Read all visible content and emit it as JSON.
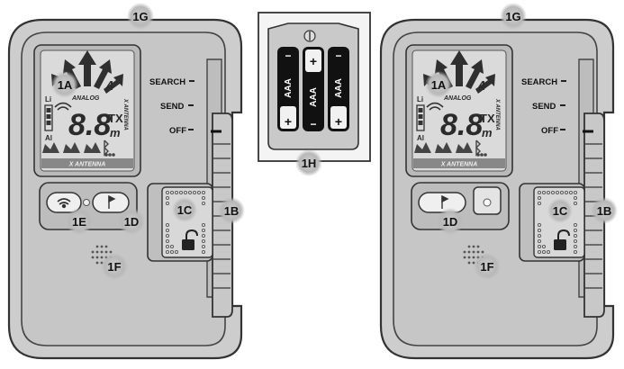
{
  "callouts": {
    "c1A": "1A",
    "c1B": "1B",
    "c1C": "1C",
    "c1D": "1D",
    "c1E": "1E",
    "c1F": "1F",
    "c1G": "1G",
    "c1H": "1H"
  },
  "mode_labels": {
    "search": "SEARCH",
    "send": "SEND",
    "off": "OFF"
  },
  "display": {
    "analog": "ANALOG",
    "digits": "8.8",
    "tx": "TX",
    "unit_m": "m",
    "antenna": "ANTENNA",
    "antenna_x": "X ANTENNA",
    "count": "4",
    "li": "Li",
    "al": "Al"
  },
  "battery": {
    "label": "AAA",
    "plus": "+",
    "minus": "−"
  },
  "colors": {
    "body": "#cfcfcf",
    "outline": "#3a3a3a",
    "callout_fill": "#b9b9b9",
    "lcd": "#dadada"
  }
}
